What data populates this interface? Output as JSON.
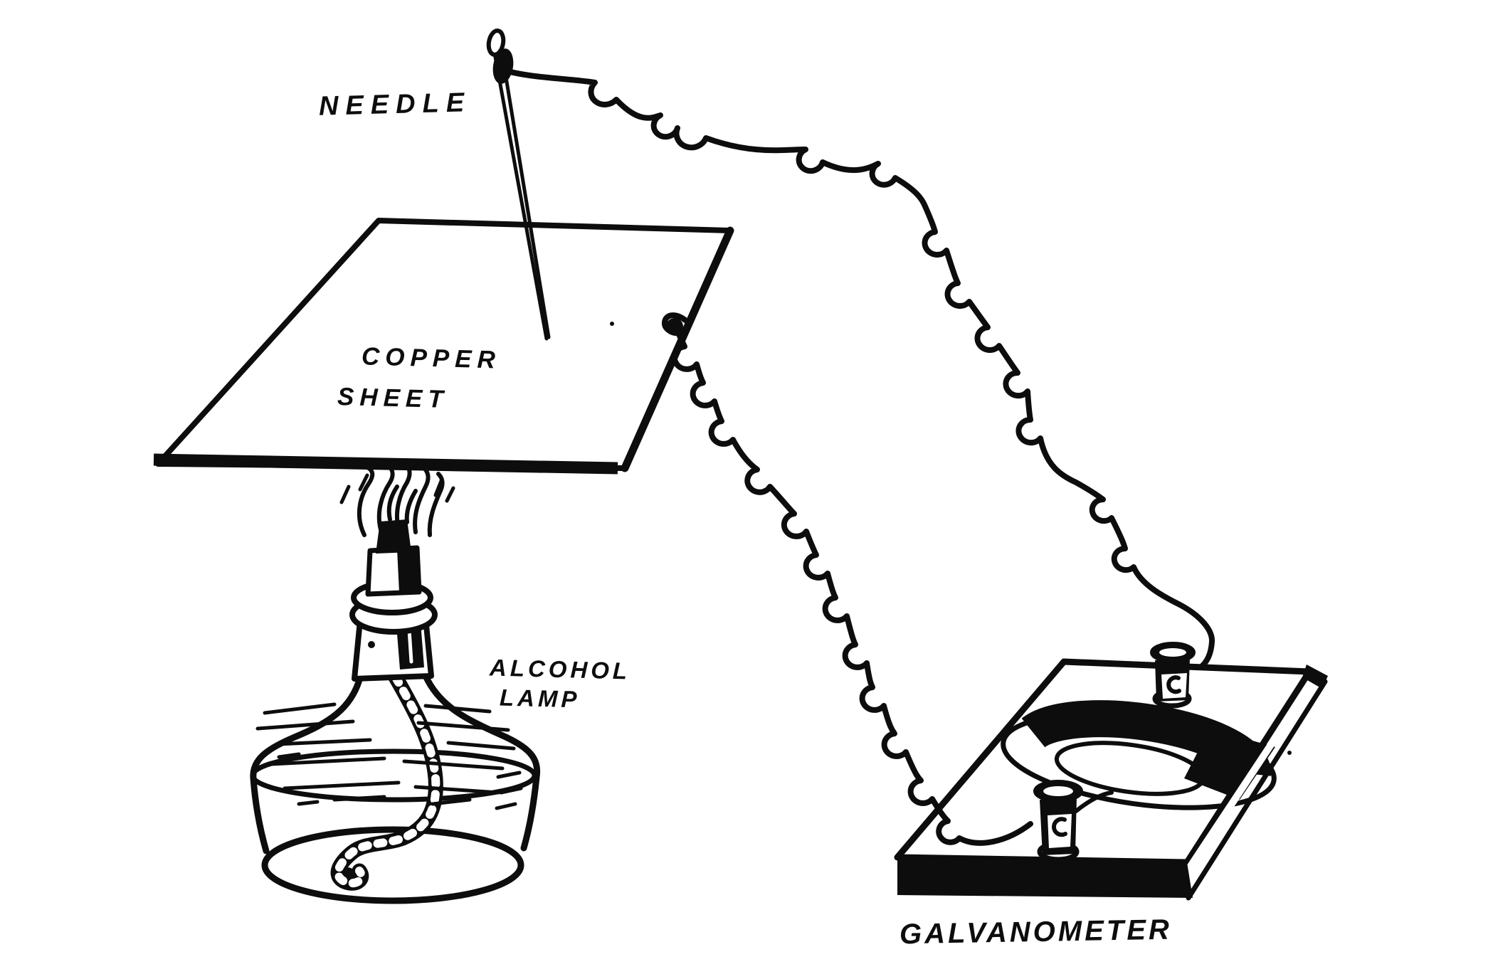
{
  "figure": {
    "type": "ink-line-diagram",
    "background_color": "#ffffff",
    "ink_color": "#0d0d0d",
    "labels": {
      "needle": "NEEDLE",
      "copper_sheet": [
        "COPPER",
        "SHEET"
      ],
      "alcohol_lamp": [
        "ALCOHOL",
        "LAMP"
      ],
      "galvanometer": "GALVANOMETER"
    },
    "parts": [
      "needle",
      "copper-sheet",
      "alcohol-lamp",
      "flame",
      "wick",
      "coiled-wire-from-needle",
      "coiled-wire-from-sheet",
      "galvanometer-board",
      "galvanometer-coil",
      "binding-post-upper",
      "binding-post-lower"
    ]
  }
}
